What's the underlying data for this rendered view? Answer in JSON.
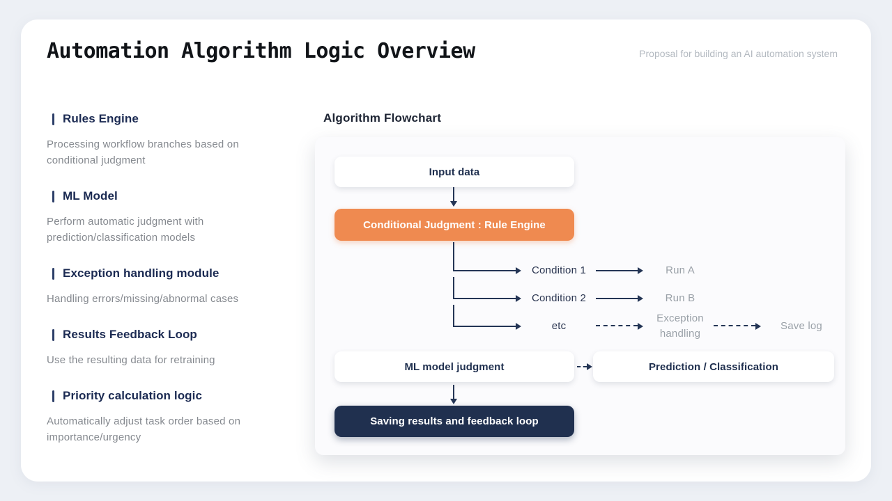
{
  "page": {
    "title": "Automation Algorithm Logic Overview",
    "subtitle": "Proposal for building an AI automation system"
  },
  "modules": [
    {
      "title": "Rules Engine",
      "description": "Processing workflow branches based on conditional judgment"
    },
    {
      "title": "ML Model",
      "description": "Perform automatic judgment with prediction/classification models"
    },
    {
      "title": "Exception handling module",
      "description": "Handling errors/missing/abnormal cases"
    },
    {
      "title": "Results Feedback Loop",
      "description": "Use the resulting data for retraining"
    },
    {
      "title": "Priority calculation logic",
      "description": "Automatically adjust task order based on importance/urgency"
    }
  ],
  "flowchart": {
    "heading": "Algorithm Flowchart",
    "nodes": {
      "input": "Input data",
      "rule_engine": "Conditional Judgment : Rule Engine",
      "condition1": "Condition 1",
      "run_a": "Run A",
      "condition2": "Condition 2",
      "run_b": "Run B",
      "etc": "etc",
      "exception": "Exception handling",
      "save_log": "Save log",
      "ml_judgment": "ML model judgment",
      "prediction": "Prediction / Classification",
      "saving": "Saving results and feedback loop"
    },
    "colors": {
      "accent_orange": "#EF8A50",
      "dark_navy": "#20304F",
      "line_navy": "#243555",
      "muted_gray": "#9AA1A8",
      "panel_bg": "#FBFBFD",
      "page_bg": "#EDF0F5"
    }
  }
}
